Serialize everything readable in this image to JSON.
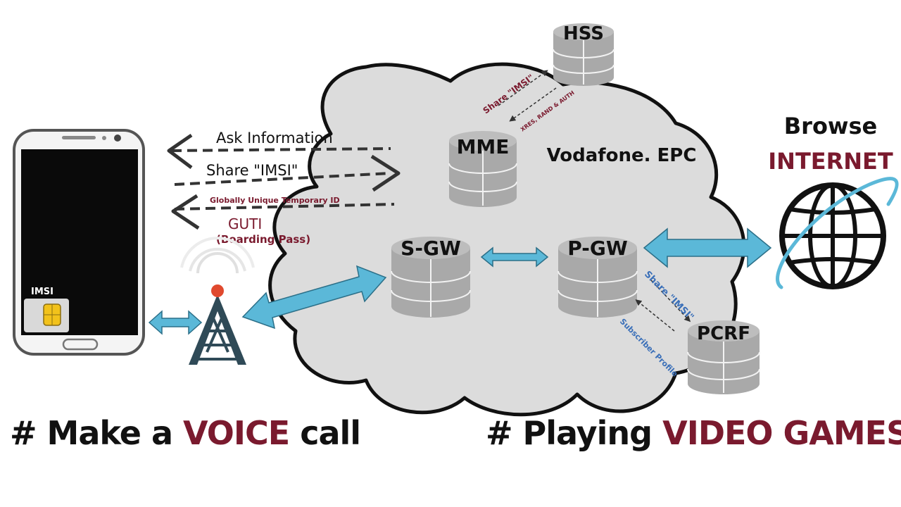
{
  "colors": {
    "accent": "#7a1a2e",
    "arrow": "#5bb8d8",
    "blue_text": "#3a6fb8",
    "cloud": "#dcdcdc",
    "db": "#a9a9a9",
    "tower": "#2f4a57",
    "tower_tip": "#e0492e"
  },
  "nodes": {
    "hss": "HSS",
    "mme": "MME",
    "sgw": "S-GW",
    "pgw": "P-GW",
    "pcrf": "PCRF"
  },
  "cloud_label": "Vodafone. EPC",
  "phone": {
    "sim_label": "IMSI"
  },
  "messages": {
    "ask": "Ask Information",
    "share_imsi": "Share \"IMSI\"",
    "guti_full": "Globally Unique Temporary ID",
    "guti": "GUTI",
    "boarding": "(Boarding Pass)"
  },
  "hss_link": {
    "share": "Share \"IMSI\"",
    "reply": "XRES, RAND & AUTH"
  },
  "pcrf_link": {
    "share": "Share \"IMSI\"",
    "reply": "Subscriber Profile"
  },
  "internet": {
    "line1": "Browse",
    "line2": "INTERNET",
    "icon": "globe-icon"
  },
  "captions": {
    "left_prefix": "# Make a ",
    "left_accent": "VOICE",
    "left_suffix": " call",
    "right_prefix": "# Playing ",
    "right_accent": "VIDEO GAMES"
  }
}
